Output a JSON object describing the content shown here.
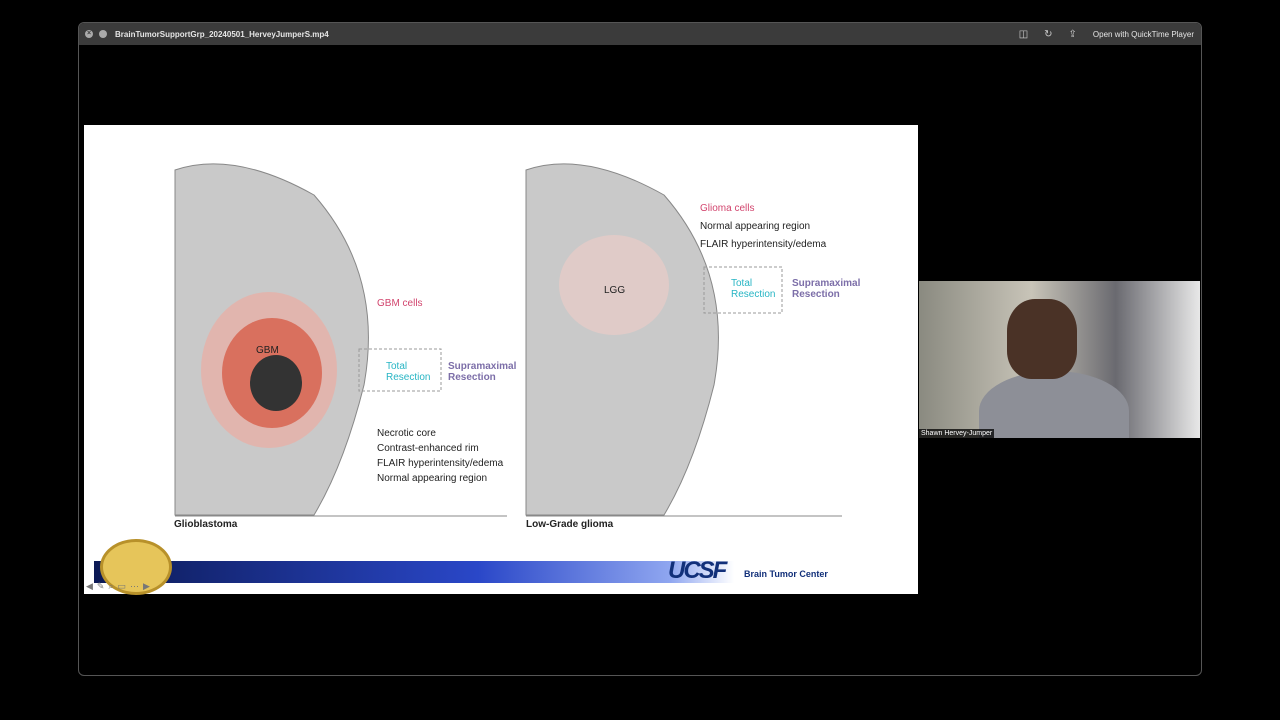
{
  "window": {
    "title": "BrainTumorSupportGrp_20240501_HerveyJumperS.mp4",
    "open_with": "Open with QuickTime Player"
  },
  "slide": {
    "left": {
      "caption": "Glioblastoma",
      "tumor": "GBM",
      "labels": [
        "GBM cells",
        "Total Resection",
        "Supramaximal Resection",
        "Necrotic core",
        "Contrast-enhanced rim",
        "FLAIR hyperintensity/edema",
        "Normal appearing region"
      ]
    },
    "right": {
      "caption": "Low-Grade glioma",
      "tumor": "LGG",
      "labels": [
        "Glioma cells",
        "Normal appearing region",
        "FLAIR hyperintensity/edema",
        "Total Resection",
        "Supramaximal Resection"
      ]
    },
    "footer": {
      "ucsf": "UCSF",
      "center": "Brain Tumor Center"
    }
  },
  "video": {
    "participant": "Shawn Hervey-Jumper"
  }
}
